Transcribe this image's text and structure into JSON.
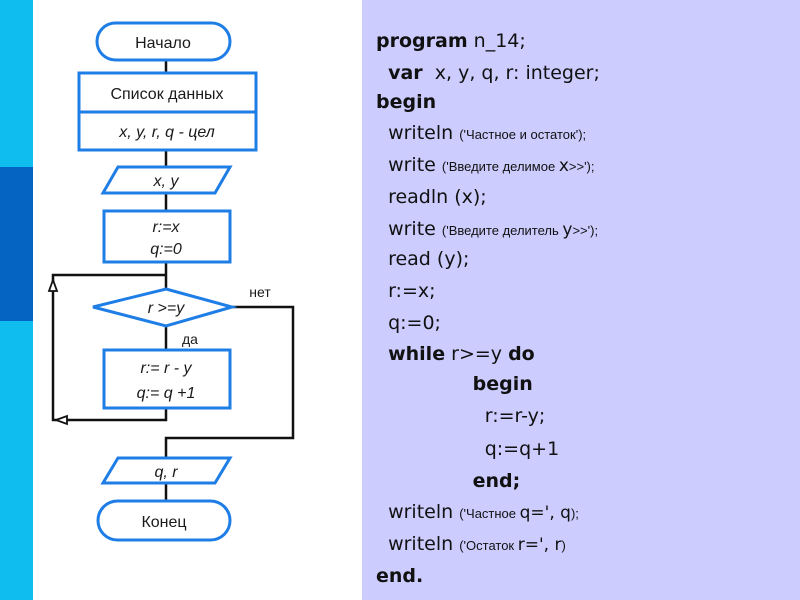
{
  "colors": {
    "stripe_light": "#0fbdee",
    "stripe_dark": "#0563c1",
    "shape_stroke": "#1e7ee6",
    "connector": "#111111",
    "code_background": "#ccccff"
  },
  "flowchart": {
    "start": "Начало",
    "data_list_title": "Список данных",
    "data_list_vars": "x, y, r, q - цел",
    "input": "x, y",
    "init_line1": "r:=x",
    "init_line2": "q:=0",
    "condition": "r >=y",
    "no_label": "нет",
    "yes_label": "да",
    "body_line1": "r:= r - y",
    "body_line2": "q:= q +1",
    "output": "q,  r",
    "end": "Конец"
  },
  "code": {
    "lines": [
      [
        {
          "t": "program",
          "s": "kw"
        },
        {
          "t": " n_14;",
          "s": "txt"
        }
      ],
      [
        {
          "t": "  ",
          "s": "txt"
        },
        {
          "t": "var",
          "s": "kw"
        },
        {
          "t": "  x, y, q, r: integer;",
          "s": "txt"
        }
      ],
      [
        {
          "t": "begin",
          "s": "kw"
        }
      ],
      [
        {
          "t": "  writeln ",
          "s": "txt"
        },
        {
          "t": "('Частное и остаток');",
          "s": "str"
        }
      ],
      [
        {
          "t": "  write ",
          "s": "txt"
        },
        {
          "t": "('Введите делимое ",
          "s": "str"
        },
        {
          "t": "x",
          "s": "var"
        },
        {
          "t": ">>');",
          "s": "str"
        }
      ],
      [
        {
          "t": "  readln (x);",
          "s": "txt"
        }
      ],
      [
        {
          "t": "  write ",
          "s": "txt"
        },
        {
          "t": "('Введите делитель ",
          "s": "str"
        },
        {
          "t": "y",
          "s": "var"
        },
        {
          "t": ">>');",
          "s": "str"
        }
      ],
      [
        {
          "t": "  read (y);",
          "s": "txt"
        }
      ],
      [
        {
          "t": "  r:=x;",
          "s": "txt"
        }
      ],
      [
        {
          "t": "  q:=0;",
          "s": "txt"
        }
      ],
      [
        {
          "t": "  ",
          "s": "txt"
        },
        {
          "t": "while",
          "s": "kw"
        },
        {
          "t": " r>=y ",
          "s": "txt"
        },
        {
          "t": "do",
          "s": "kw"
        }
      ],
      [
        {
          "t": "                ",
          "s": "txt"
        },
        {
          "t": "begin",
          "s": "kw"
        }
      ],
      [
        {
          "t": "                  r:=r-y;",
          "s": "txt"
        }
      ],
      [
        {
          "t": "                  q:=q+1",
          "s": "txt"
        }
      ],
      [
        {
          "t": "                ",
          "s": "txt"
        },
        {
          "t": "end;",
          "s": "kw"
        }
      ],
      [
        {
          "t": "  writeln ",
          "s": "txt"
        },
        {
          "t": "('Частное ",
          "s": "str"
        },
        {
          "t": "q=', q",
          "s": "var"
        },
        {
          "t": ");",
          "s": "str"
        }
      ],
      [
        {
          "t": "  writeln ",
          "s": "txt"
        },
        {
          "t": "('Остаток ",
          "s": "str"
        },
        {
          "t": "r=', r",
          "s": "var"
        },
        {
          "t": ")",
          "s": "str"
        }
      ],
      [
        {
          "t": "end.",
          "s": "kw"
        }
      ]
    ]
  }
}
